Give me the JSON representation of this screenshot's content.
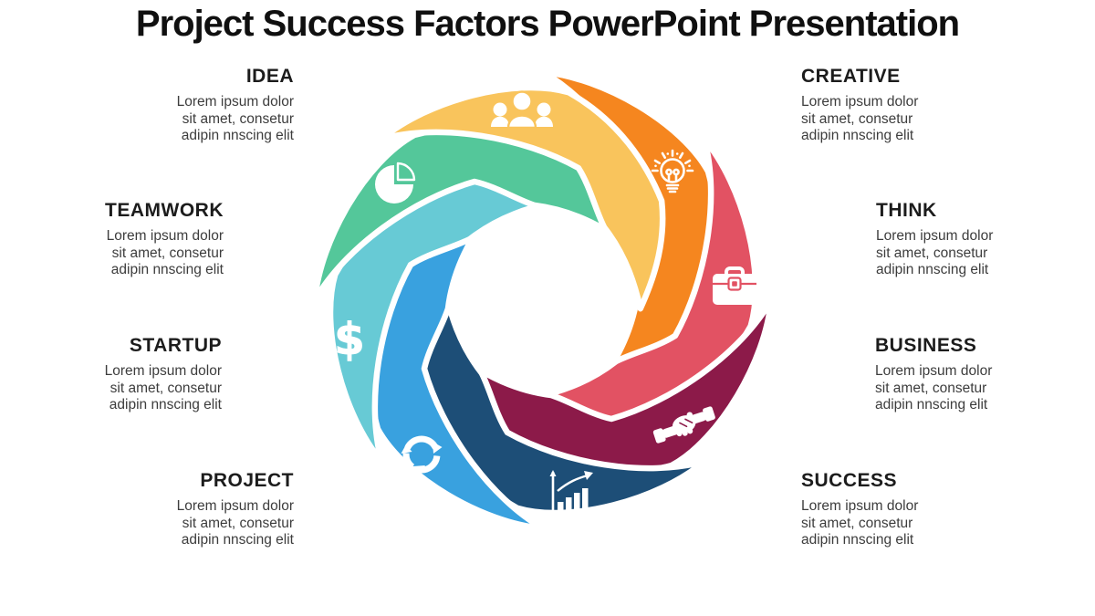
{
  "title": "Project Success Factors PowerPoint Presentation",
  "background": "#ffffff",
  "items": [
    {
      "label": "IDEA",
      "icon": "people-group-icon",
      "color": "#F9C45C",
      "lines": [
        "Lorem ipsum dolor",
        "sit amet, consetur",
        "adipin nnscing elit"
      ]
    },
    {
      "label": "CREATIVE",
      "icon": "lightbulb-icon",
      "color": "#F5861F",
      "lines": [
        "Lorem ipsum dolor",
        "sit amet, consetur",
        "adipin nnscing elit"
      ]
    },
    {
      "label": "TEAMWORK",
      "icon": "pie-chart-icon",
      "color": "#54C79A",
      "lines": [
        "Lorem ipsum dolor",
        "sit amet, consetur",
        "adipin nnscing elit"
      ]
    },
    {
      "label": "THINK",
      "icon": "briefcase-icon",
      "color": "#E25263",
      "lines": [
        "Lorem ipsum dolor",
        "sit amet, consetur",
        "adipin nnscing elit"
      ]
    },
    {
      "label": "STARTUP",
      "icon": "dollar-icon",
      "glyph": "$",
      "color": "#67CAD5",
      "lines": [
        "Lorem ipsum dolor",
        "sit amet, consetur",
        "adipin nnscing elit"
      ]
    },
    {
      "label": "BUSINESS",
      "icon": "handshake-icon",
      "color": "#8C1A49",
      "lines": [
        "Lorem ipsum dolor",
        "sit amet, consetur",
        "adipin nnscing elit"
      ]
    },
    {
      "label": "PROJECT",
      "icon": "recycle-arrows-icon",
      "color": "#39A1DF",
      "lines": [
        "Lorem ipsum dolor",
        "sit amet, consetur",
        "adipin nnscing elit"
      ]
    },
    {
      "label": "SUCCESS",
      "icon": "bar-chart-icon",
      "color": "#1D4E77",
      "lines": [
        "Lorem ipsum dolor",
        "sit amet, consetur",
        "adipin nnscing elit"
      ]
    }
  ]
}
